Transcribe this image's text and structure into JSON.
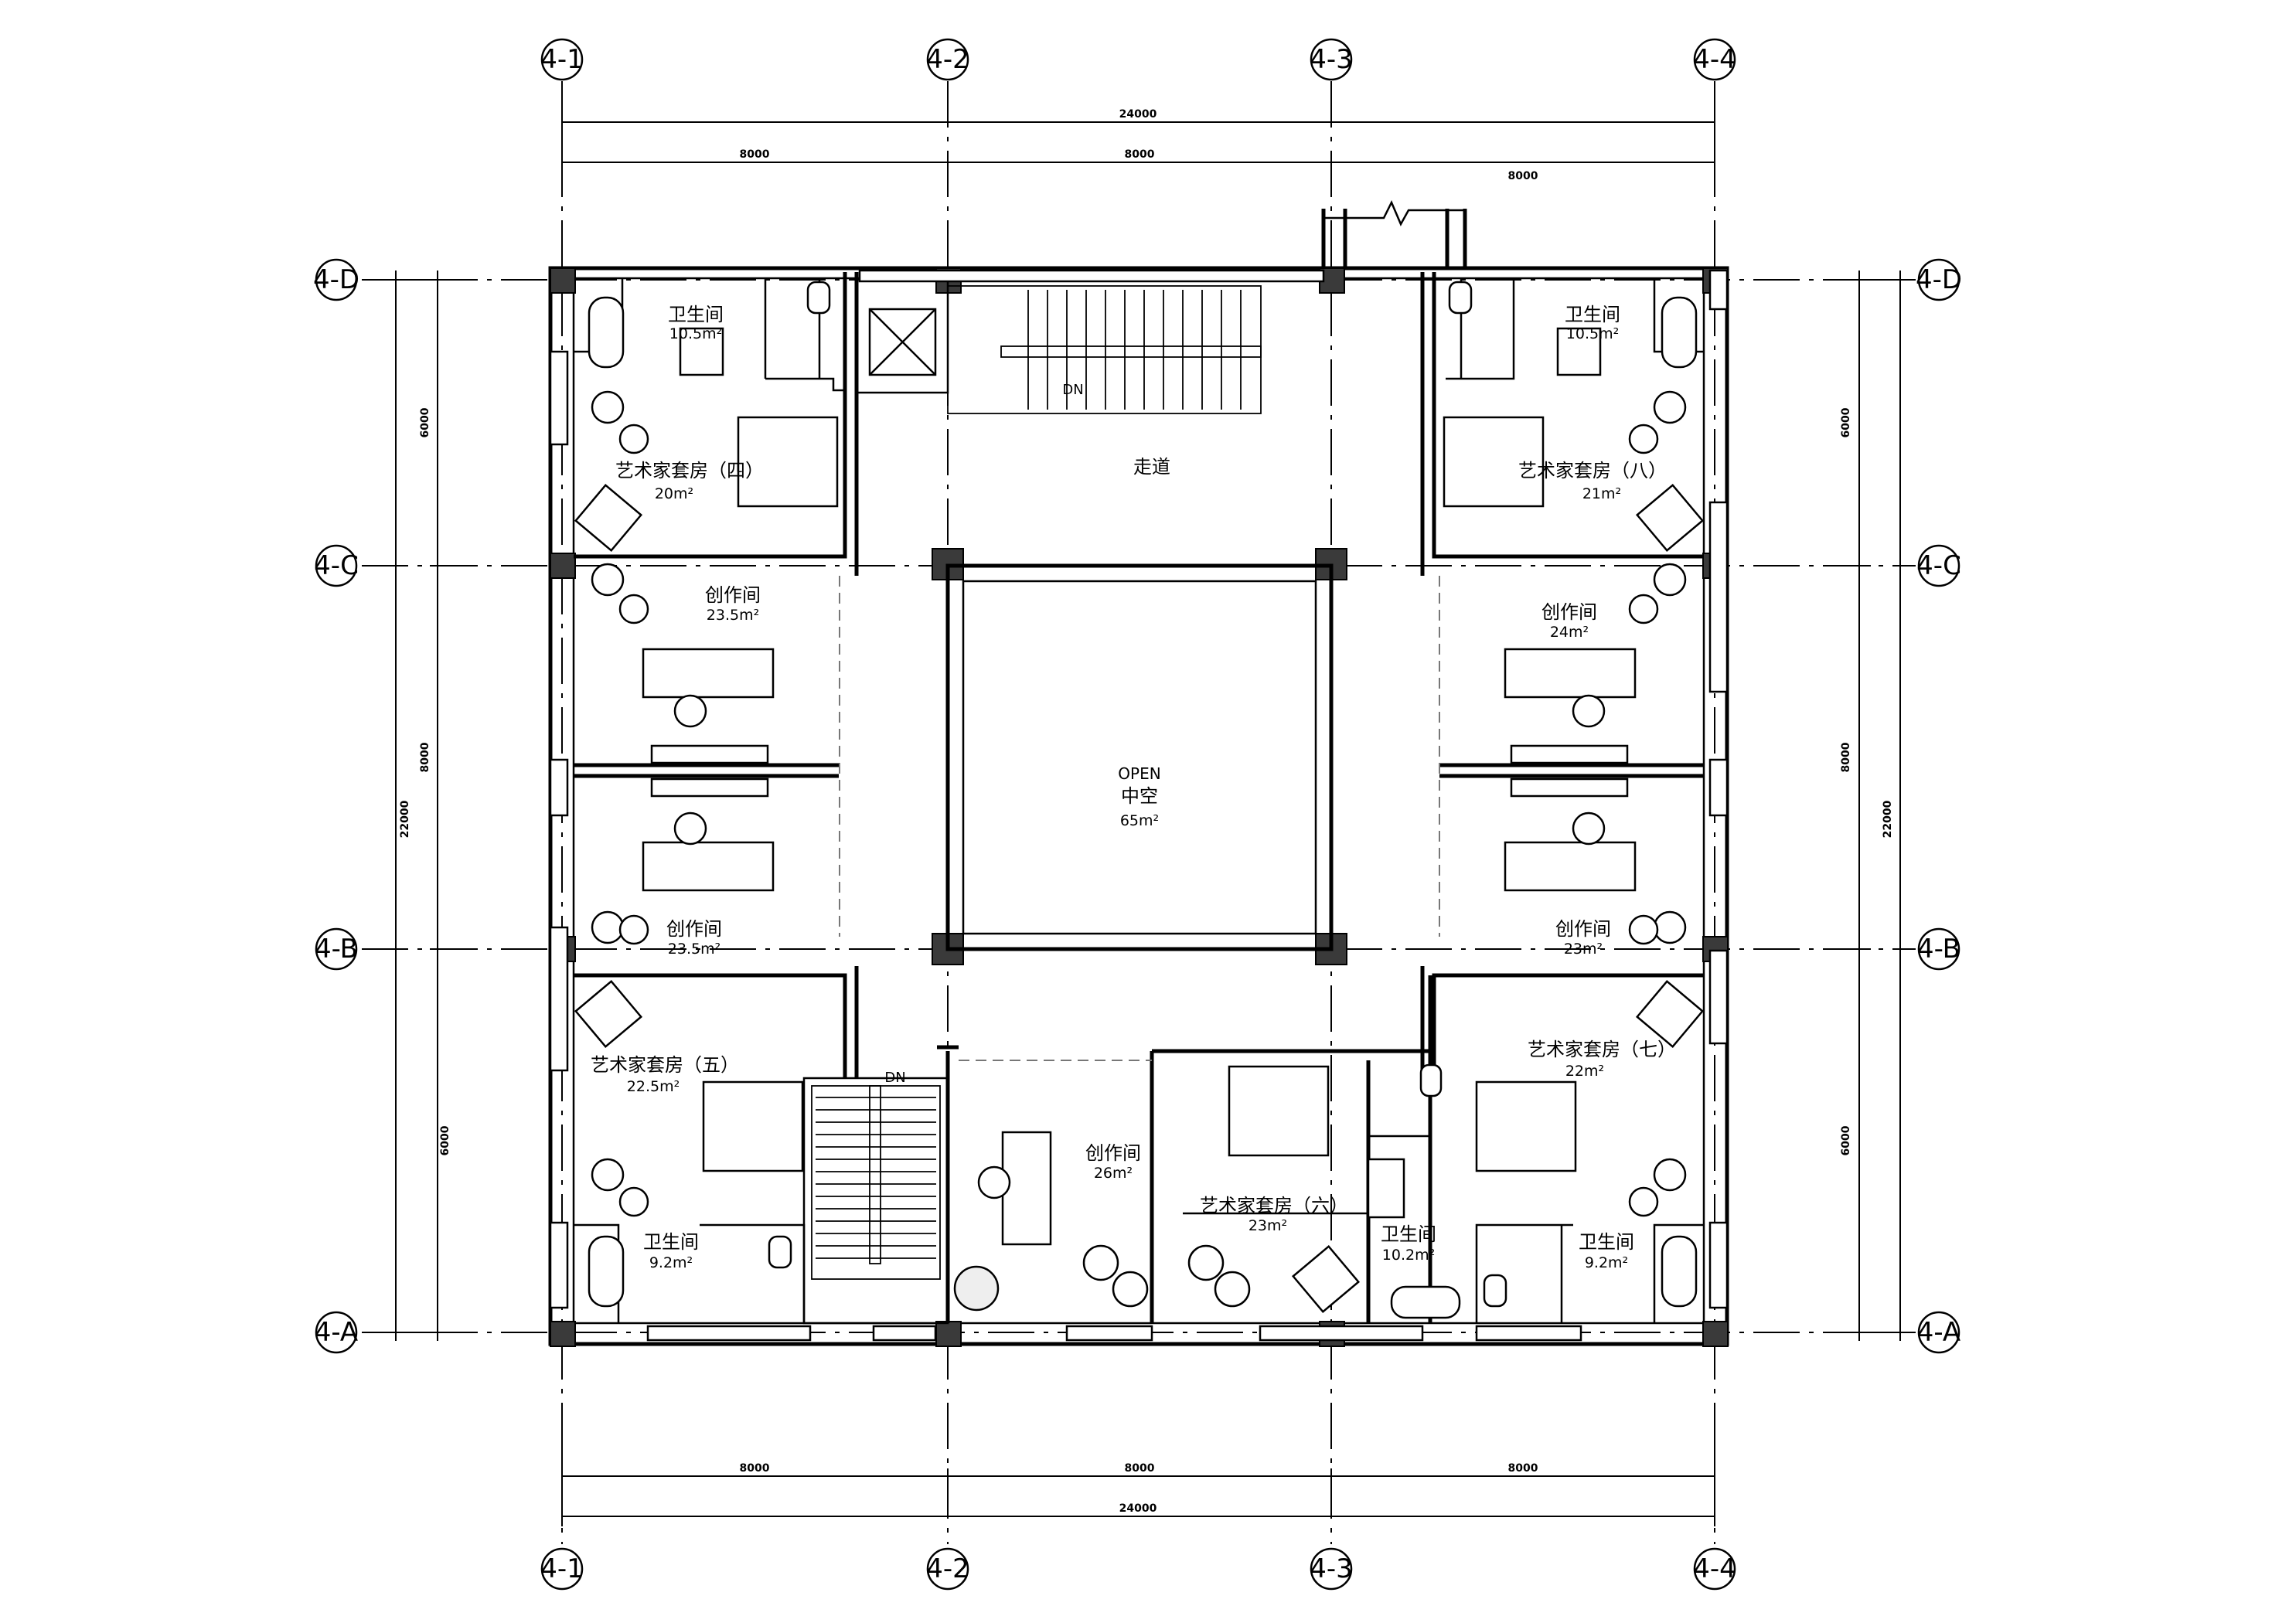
{
  "axes": {
    "columns": [
      "4-1",
      "4-2",
      "4-3",
      "4-4"
    ],
    "rows": [
      "4-D",
      "4-C",
      "4-B",
      "4-A"
    ]
  },
  "dimensions": {
    "top_total": "24000",
    "top_bays": [
      "8000",
      "8000",
      "8000"
    ],
    "bottom_total": "24000",
    "bottom_bays": [
      "8000",
      "8000",
      "8000"
    ],
    "left_total": "22000",
    "left_bays": [
      "6000",
      "8000",
      "6000"
    ],
    "right_total": "22000",
    "right_bays": [
      "6000",
      "8000",
      "6000"
    ]
  },
  "rooms": {
    "bath_nw": {
      "name": "卫生间",
      "area": "10.5m²"
    },
    "bath_ne": {
      "name": "卫生间",
      "area": "10.5m²"
    },
    "suite_4": {
      "name": "艺术家套房（四）",
      "area": "20m²"
    },
    "suite_8": {
      "name": "艺术家套房（八）",
      "area": "21m²"
    },
    "corridor": {
      "name": "走道"
    },
    "studio_w1": {
      "name": "创作间",
      "area": "23.5m²"
    },
    "studio_e1": {
      "name": "创作间",
      "area": "24m²"
    },
    "atrium": {
      "name_en": "OPEN",
      "name": "中空",
      "area": "65m²"
    },
    "studio_w2": {
      "name": "创作间",
      "area": "23.5m²"
    },
    "studio_e2": {
      "name": "创作间",
      "area": "23m²"
    },
    "suite_5": {
      "name": "艺术家套房（五）",
      "area": "22.5m²"
    },
    "suite_7": {
      "name": "艺术家套房（七）",
      "area": "22m²"
    },
    "studio_s": {
      "name": "创作间",
      "area": "26m²"
    },
    "suite_6": {
      "name": "艺术家套房（六）",
      "area": "23m²"
    },
    "bath_sw": {
      "name": "卫生间",
      "area": "9.2m²"
    },
    "bath_s": {
      "name": "卫生间",
      "area": "10.2m²"
    },
    "bath_se": {
      "name": "卫生间",
      "area": "9.2m²"
    }
  },
  "stairs": {
    "top_label": "DN",
    "bottom_label": "DN"
  }
}
